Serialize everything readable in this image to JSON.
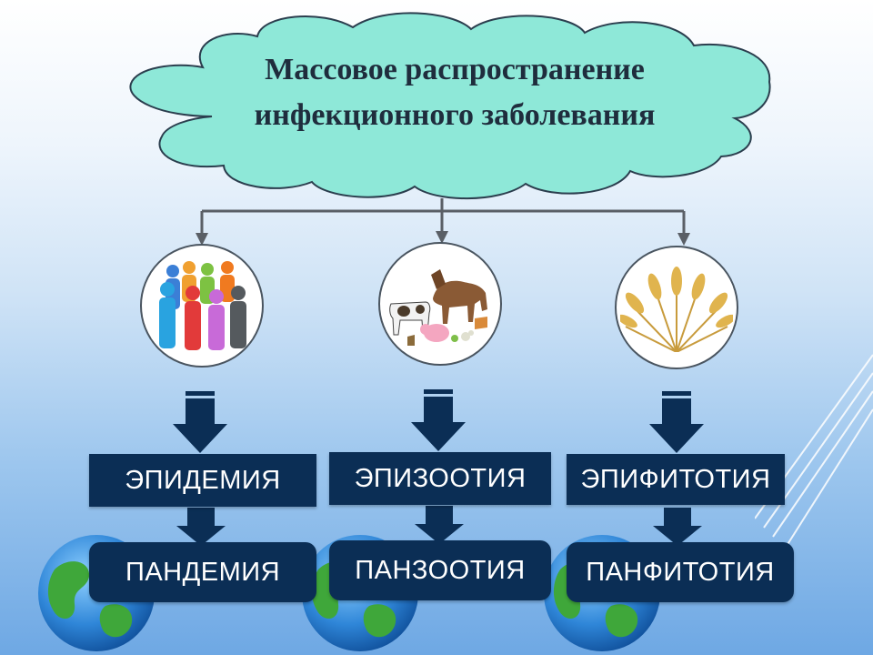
{
  "title": {
    "line1": "Массовое распространение",
    "line2": "инфекционного заболевания"
  },
  "columns": [
    {
      "icon": "people-group-icon",
      "primary_label": "ЭПИДЕМИЯ",
      "secondary_label": "ПАНДЕМИЯ"
    },
    {
      "icon": "farm-animals-icon",
      "primary_label": "ЭПИЗООТИЯ",
      "secondary_label": "ПАНЗООТИЯ"
    },
    {
      "icon": "wheat-sheaf-icon",
      "primary_label": "ЭПИФИТОТИЯ",
      "secondary_label": "ПАНФИТОТИЯ"
    }
  ],
  "colors": {
    "cloud_fill": "#8ee8d8",
    "label_box": "#0b2e55",
    "arrow": "#0b2e55",
    "connector": "#5a5f66"
  }
}
